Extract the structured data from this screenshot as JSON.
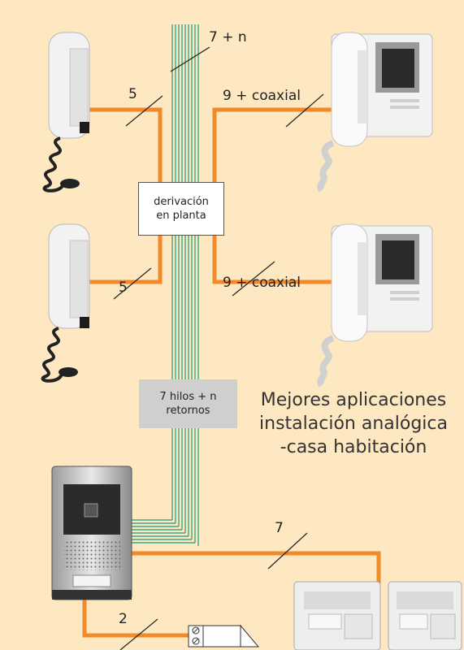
{
  "labels": {
    "bus_top": "7 + n",
    "hs1_wires": "5",
    "hs2_wires": "5",
    "vm1_wires": "9 + coaxial",
    "vm2_wires": "9 + coaxial",
    "panel_to_psu": "7",
    "panel_to_lock": "2"
  },
  "derivation_box": {
    "line1": "derivación",
    "line2": "en planta"
  },
  "wires_box": {
    "line1": "7 hilos + n",
    "line2": "retornos"
  },
  "caption": {
    "line1": "Mejores aplicaciones",
    "line2": "instalación analógica",
    "line3": "-casa habitación"
  },
  "colors": {
    "background": "#fde8c2",
    "orange_wire": "#f08a2a",
    "bus_wire": "#3aa88c",
    "device_body": "#f2f2f2"
  }
}
